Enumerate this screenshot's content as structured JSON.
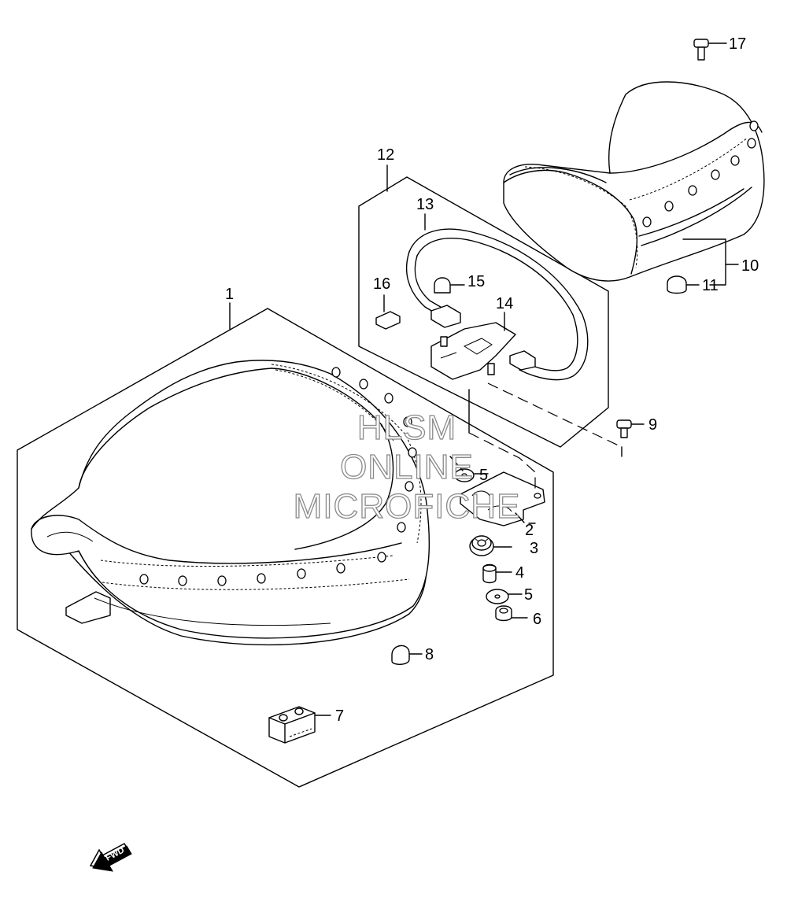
{
  "callouts": {
    "c1": "1",
    "c2": "2",
    "c3": "3",
    "c4": "4",
    "c5a": "5",
    "c5b": "5",
    "c6": "6",
    "c7": "7",
    "c8": "8",
    "c9": "9",
    "c10": "10",
    "c11": "11",
    "c12": "12",
    "c13": "13",
    "c14": "14",
    "c15": "15",
    "c16": "16",
    "c17": "17"
  },
  "watermark": {
    "line1": "HLSM",
    "line2": "ONLINE",
    "line3": "MICROFICHE"
  },
  "fwd_label": "FWD",
  "icons": {
    "direction": "fwd-arrow-icon"
  }
}
